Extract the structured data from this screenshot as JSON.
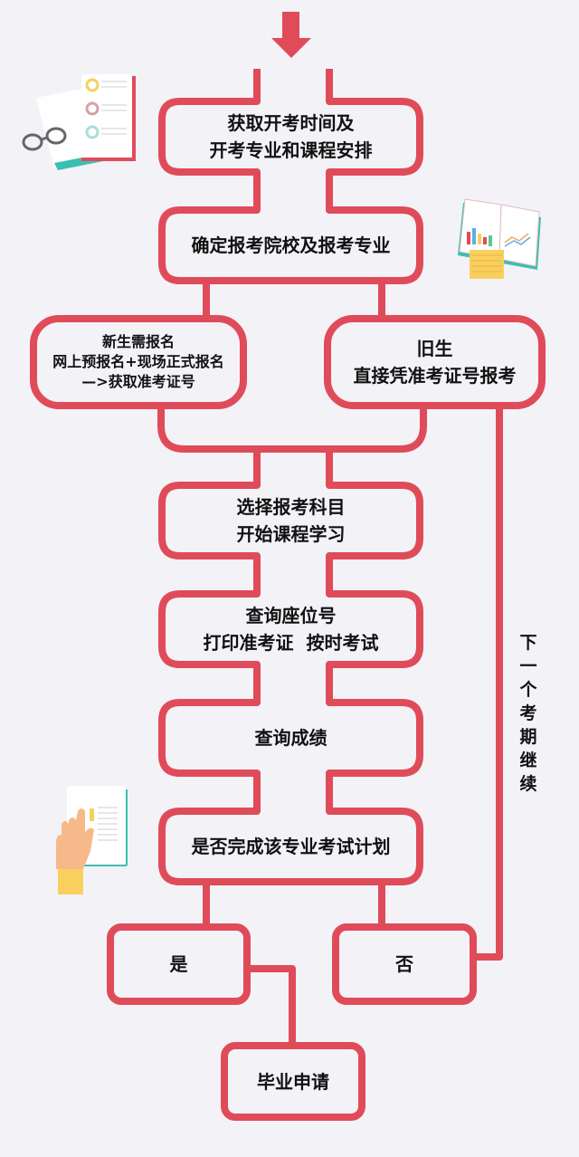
{
  "colors": {
    "background": "#F3F2F7",
    "line": "#E04B5A",
    "text": "#111111"
  },
  "start_arrow": {
    "icon": "down-arrow-icon"
  },
  "steps": {
    "step1": {
      "lines": [
        "获取开考时间及",
        "开考专业和课程安排"
      ]
    },
    "step2": {
      "lines": [
        "确定报考院校及报考专业"
      ]
    },
    "new_student": {
      "lines": [
        "新生需报名",
        "网上预报名+现场正式报名",
        "—>获取准考证号"
      ]
    },
    "old_student": {
      "lines": [
        "旧生",
        "直接凭准考证号报考"
      ]
    },
    "step3": {
      "lines": [
        "选择报考科目",
        "开始课程学习"
      ]
    },
    "step4": {
      "lines": [
        "查询座位号",
        "打印准考证  按时考试"
      ]
    },
    "step5": {
      "lines": [
        "查询成绩"
      ]
    },
    "decision": {
      "lines": [
        "是否完成该专业考试计划"
      ]
    },
    "yes": {
      "label": "是"
    },
    "no": {
      "label": "否"
    },
    "graduate": {
      "label": "毕业申请"
    }
  },
  "loop_label": {
    "chars": [
      "下",
      "一",
      "个",
      "考",
      "期",
      "继",
      "续"
    ]
  },
  "illustrations": [
    {
      "name": "documents-with-glasses-icon"
    },
    {
      "name": "open-book-chart-icon"
    },
    {
      "name": "hand-tablet-icon"
    }
  ]
}
